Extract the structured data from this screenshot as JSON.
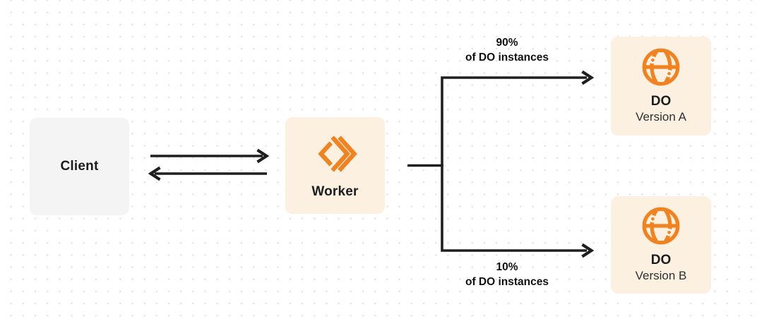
{
  "nodes": {
    "client": {
      "label": "Client"
    },
    "worker": {
      "label": "Worker",
      "icon": "cloudflare-workers-icon"
    },
    "do_version_a": {
      "title": "DO",
      "subtitle": "Version A",
      "icon": "durable-object-globe-icon"
    },
    "do_version_b": {
      "title": "DO",
      "subtitle": "Version B",
      "icon": "durable-object-globe-icon"
    }
  },
  "branches": {
    "top": {
      "percent": "90%",
      "caption": "of DO instances"
    },
    "bottom": {
      "percent": "10%",
      "caption": "of DO instances"
    }
  },
  "colors": {
    "accent_orange": "#F0821F",
    "node_cream": "#FCF0E1",
    "node_gray": "#F4F4F5",
    "connector_dark": "#1F1F1F",
    "dot_grid": "#E3E3E6",
    "text_primary": "#1C1C1E"
  }
}
